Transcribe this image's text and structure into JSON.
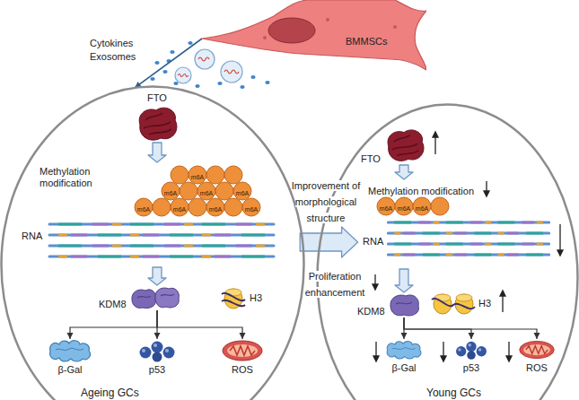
{
  "diagram": {
    "nodes": [
      {
        "text": [
          "BMMSCs"
        ]
      },
      {
        "text": [
          "Ageing GCs"
        ]
      },
      {
        "text": [
          "FTO"
        ],
        "in": 1
      },
      {
        "text": [
          "Methylation modification",
          "RNA"
        ],
        "in": 1
      },
      {
        "text": [
          "KDM8"
        ],
        "in": 1
      },
      {
        "text": [
          "H3"
        ],
        "in": 1
      },
      {
        "text": [
          "β-Gal"
        ],
        "in": 1
      },
      {
        "text": [
          "p53"
        ],
        "in": 1
      },
      {
        "text": [
          "ROS"
        ],
        "in": 1
      },
      {
        "text": [
          "Young GCs"
        ]
      },
      {
        "text": [
          "FTO"
        ],
        "in": 9
      },
      {
        "text": [
          "Methylation modification",
          "RNA"
        ],
        "in": 9
      },
      {
        "text": [
          "KDM8"
        ],
        "in": 9
      },
      {
        "text": [
          "H3"
        ],
        "in": 9
      },
      {
        "text": [
          "β-Gal"
        ],
        "in": 9
      },
      {
        "text": [
          "p53"
        ],
        "in": 9
      },
      {
        "text": [
          "ROS"
        ],
        "in": 9
      }
    ],
    "edges": [
      {
        "from": 0,
        "to": 1,
        "arrow": "to"
      },
      {
        "from": 2,
        "to": 3,
        "arrow": "to"
      },
      {
        "from": 3,
        "to": 4,
        "arrow": "to"
      },
      {
        "from": 4,
        "to": 6,
        "arrow": "to"
      },
      {
        "from": 4,
        "to": 7,
        "arrow": "to"
      },
      {
        "from": 4,
        "to": 8,
        "arrow": "to"
      },
      {
        "from": 1,
        "to": 9,
        "arrow": "to"
      },
      {
        "from": 10,
        "to": 11,
        "arrow": "to"
      },
      {
        "from": 11,
        "to": 12,
        "arrow": "to"
      },
      {
        "from": 12,
        "to": 14,
        "arrow": "to"
      },
      {
        "from": 12,
        "to": 15,
        "arrow": "to"
      },
      {
        "from": 12,
        "to": 16,
        "arrow": "to"
      }
    ],
    "labels": [
      "Cytokines",
      "Exosomes",
      "Improvement of morphological structure",
      "Proliferation enhancement",
      "m6A",
      "m6A",
      "m6A",
      "m6A",
      "m6A",
      "m6A",
      "m6A",
      "m6A",
      "m6A",
      "m6A",
      "m6A"
    ]
  }
}
